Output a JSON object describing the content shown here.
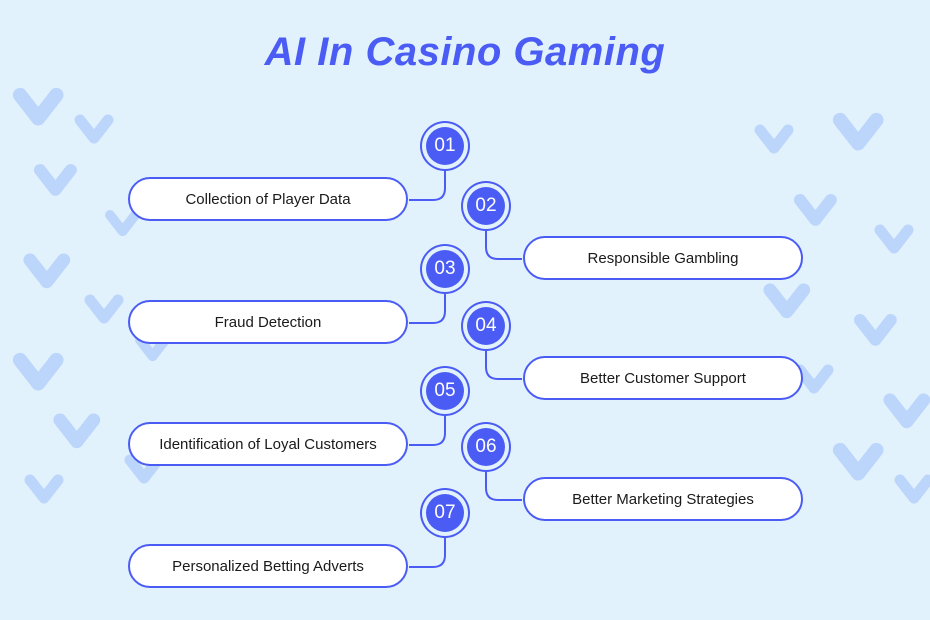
{
  "title": "AI In Casino Gaming",
  "items": [
    {
      "num": "01",
      "label": "Collection of Player Data"
    },
    {
      "num": "02",
      "label": "Responsible Gambling"
    },
    {
      "num": "03",
      "label": "Fraud Detection"
    },
    {
      "num": "04",
      "label": "Better Customer Support"
    },
    {
      "num": "05",
      "label": "Identification of Loyal Customers"
    },
    {
      "num": "06",
      "label": "Better Marketing Strategies"
    },
    {
      "num": "07",
      "label": "Personalized Betting Adverts"
    }
  ],
  "colors": {
    "accent": "#4a5cf4",
    "background": "#e2f2fd"
  }
}
